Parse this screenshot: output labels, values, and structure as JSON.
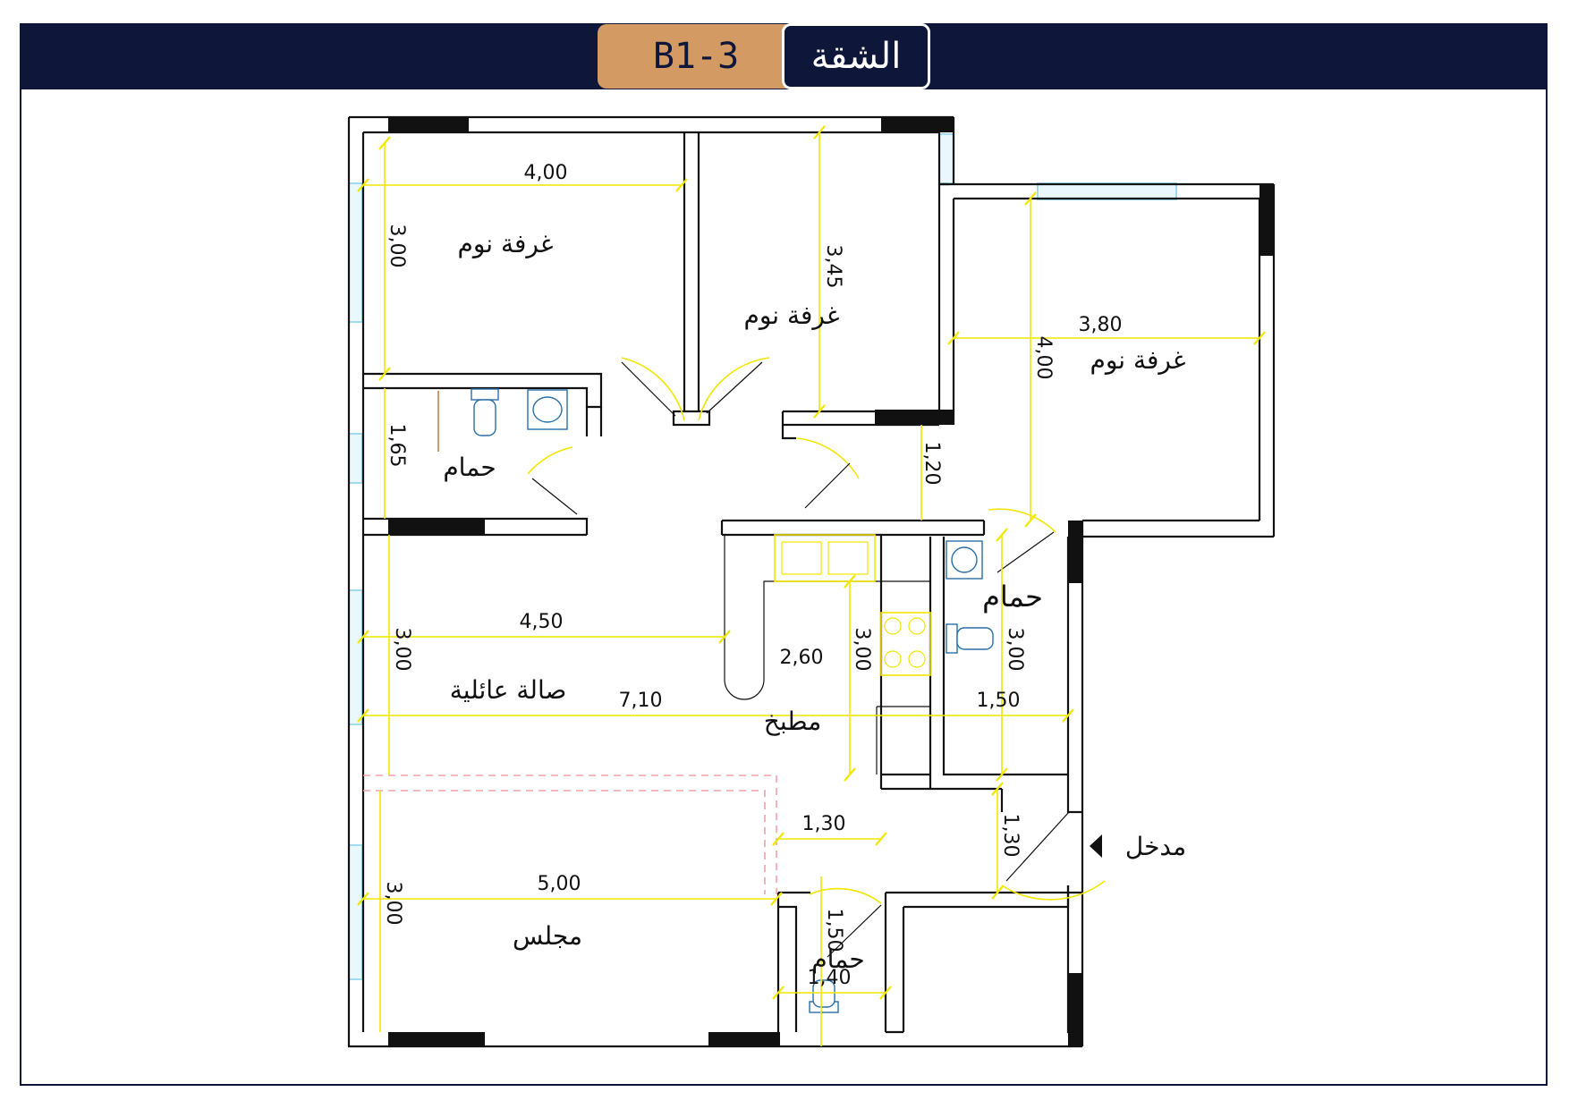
{
  "header": {
    "unit_code": "B1-3",
    "unit_label": "الشقة"
  },
  "rooms": {
    "bedroom_1": "غرفة نوم",
    "bedroom_2": "غرفة نوم",
    "bedroom_3": "غرفة نوم",
    "bathroom_1": "حمام",
    "bathroom_2": "حمام",
    "bathroom_3": "حمام",
    "family_hall": "صالة عائلية",
    "kitchen": "مطبخ",
    "majlis": "مجلس",
    "entrance": "مدخل"
  },
  "dimensions": {
    "bed1_w": "4,00",
    "bed1_h": "3,00",
    "bed2_h": "3,45",
    "bed3_w": "3,80",
    "bed3_h": "4,00",
    "bath1_h": "1,65",
    "corridor_h": "1,20",
    "hall_w": "4,50",
    "hall_h": "3,00",
    "kitchen_w": "2,60",
    "kitchen_h": "3,00",
    "bath2_h": "3,00",
    "bath2_w": "1,50",
    "total_w": "7,10",
    "passage_w": "1,30",
    "entrance_h": "1,30",
    "majlis_w": "5,00",
    "majlis_h": "3,00",
    "bath3_h": "1,50",
    "bath3_w": "1,40"
  },
  "colors": {
    "navy": "#0e1739",
    "tan": "#d39a63",
    "dimension_line": "#f2e600",
    "wall": "#111111",
    "window": "#9fdcef",
    "dashed": "#f2a0a8"
  },
  "icons": [
    "entrance-arrow-icon",
    "toilet-icon",
    "sink-icon",
    "stove-icon"
  ]
}
